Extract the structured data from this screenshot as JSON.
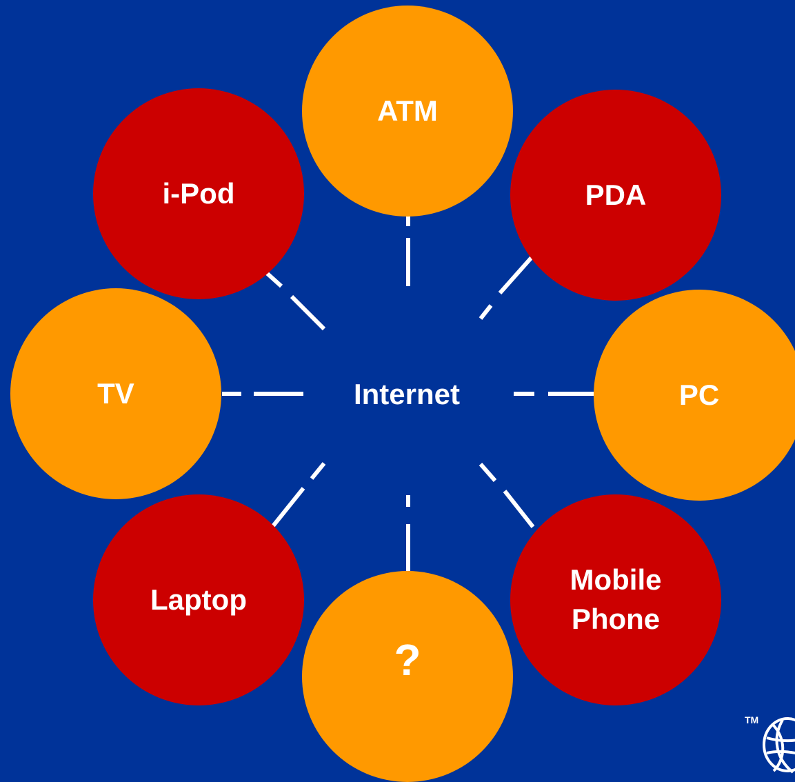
{
  "center": {
    "label": "Internet"
  },
  "nodes": [
    {
      "id": "atm",
      "label": "ATM",
      "color": "#ff9900"
    },
    {
      "id": "pda",
      "label": "PDA",
      "color": "#cc0000"
    },
    {
      "id": "pc",
      "label": "PC",
      "color": "#ff9900"
    },
    {
      "id": "mobile-phone",
      "label": "Mobile\nPhone",
      "color": "#cc0000"
    },
    {
      "id": "unknown",
      "label": "?",
      "color": "#ff9900"
    },
    {
      "id": "laptop",
      "label": "Laptop",
      "color": "#cc0000"
    },
    {
      "id": "tv",
      "label": "TV",
      "color": "#ff9900"
    },
    {
      "id": "ipod",
      "label": "i-Pod",
      "color": "#cc0000"
    }
  ],
  "logo": {
    "trademark": "TM",
    "icon": "globe-logo-icon"
  },
  "colors": {
    "background": "#003399",
    "orange": "#ff9900",
    "red": "#cc0000",
    "line": "#ffffff"
  }
}
